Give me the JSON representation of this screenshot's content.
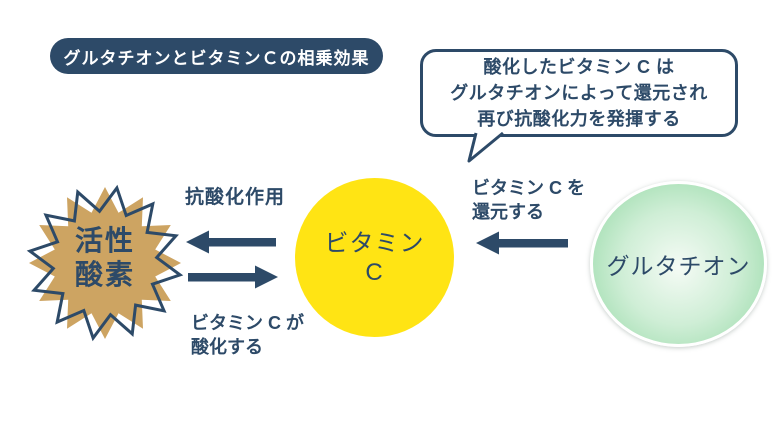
{
  "title": {
    "label": "グルタチオンとビタミンＣの相乗効果"
  },
  "bubble": {
    "line1": "酸化したビタミン C は",
    "line2": "グルタチオンによって還元され",
    "line3": "再び抗酸化力を発揮する"
  },
  "nodes": {
    "reactive_oxygen": {
      "line1": "活性",
      "line2": "酸素"
    },
    "vitamin_c": {
      "line1": "ビタミン",
      "line2": "C"
    },
    "glutathione": {
      "label": "グルタチオン"
    }
  },
  "labels": {
    "antioxidant": "抗酸化作用",
    "oxidize": {
      "line1": "ビタミン C が",
      "line2": "酸化する"
    },
    "reduce": {
      "line1": "ビタミン C を",
      "line2": "還元する"
    }
  },
  "colors": {
    "navy": "#2d4a68",
    "tan": "#cda462",
    "yellow": "#ffe414",
    "green": "#8fd7a1",
    "white": "#ffffff"
  }
}
